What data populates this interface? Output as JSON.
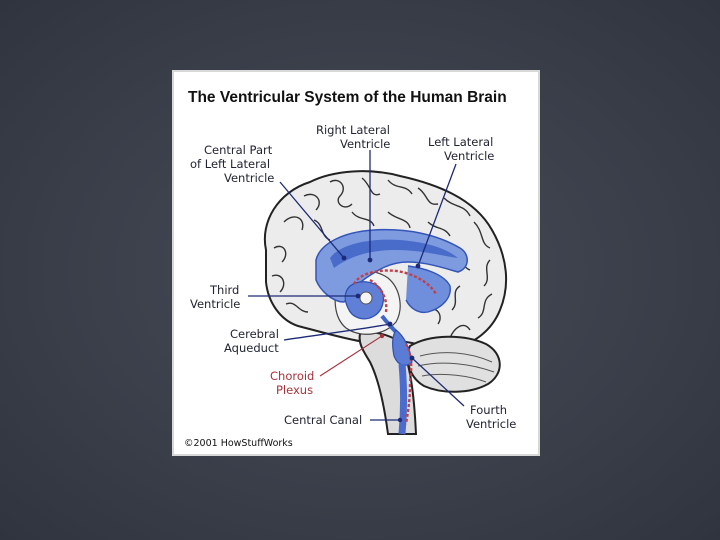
{
  "figure": {
    "title": "The Ventricular System of the Human Brain",
    "copyright": "©2001 HowStuffWorks",
    "labels": {
      "right_lateral_line1": "Right Lateral",
      "right_lateral_line2": "Ventricle",
      "left_lateral_line1": "Left Lateral",
      "left_lateral_line2": "Ventricle",
      "central_part_line1": "Central Part",
      "central_part_line2": "of Left Lateral",
      "central_part_line3": "Ventricle",
      "third_line1": "Third",
      "third_line2": "Ventricle",
      "aqueduct_line1": "Cerebral",
      "aqueduct_line2": "Aqueduct",
      "choroid_line1": "Choroid",
      "choroid_line2": "Plexus",
      "central_canal": "Central Canal",
      "fourth_line1": "Fourth",
      "fourth_line2": "Ventricle"
    },
    "colors": {
      "background": "#3a3f4b",
      "ventricle_blue": "#3f63c6",
      "choroid_red": "#c0404a",
      "leader_blue": "#1d2a78",
      "brain_gray": "#e6e6e6"
    }
  }
}
